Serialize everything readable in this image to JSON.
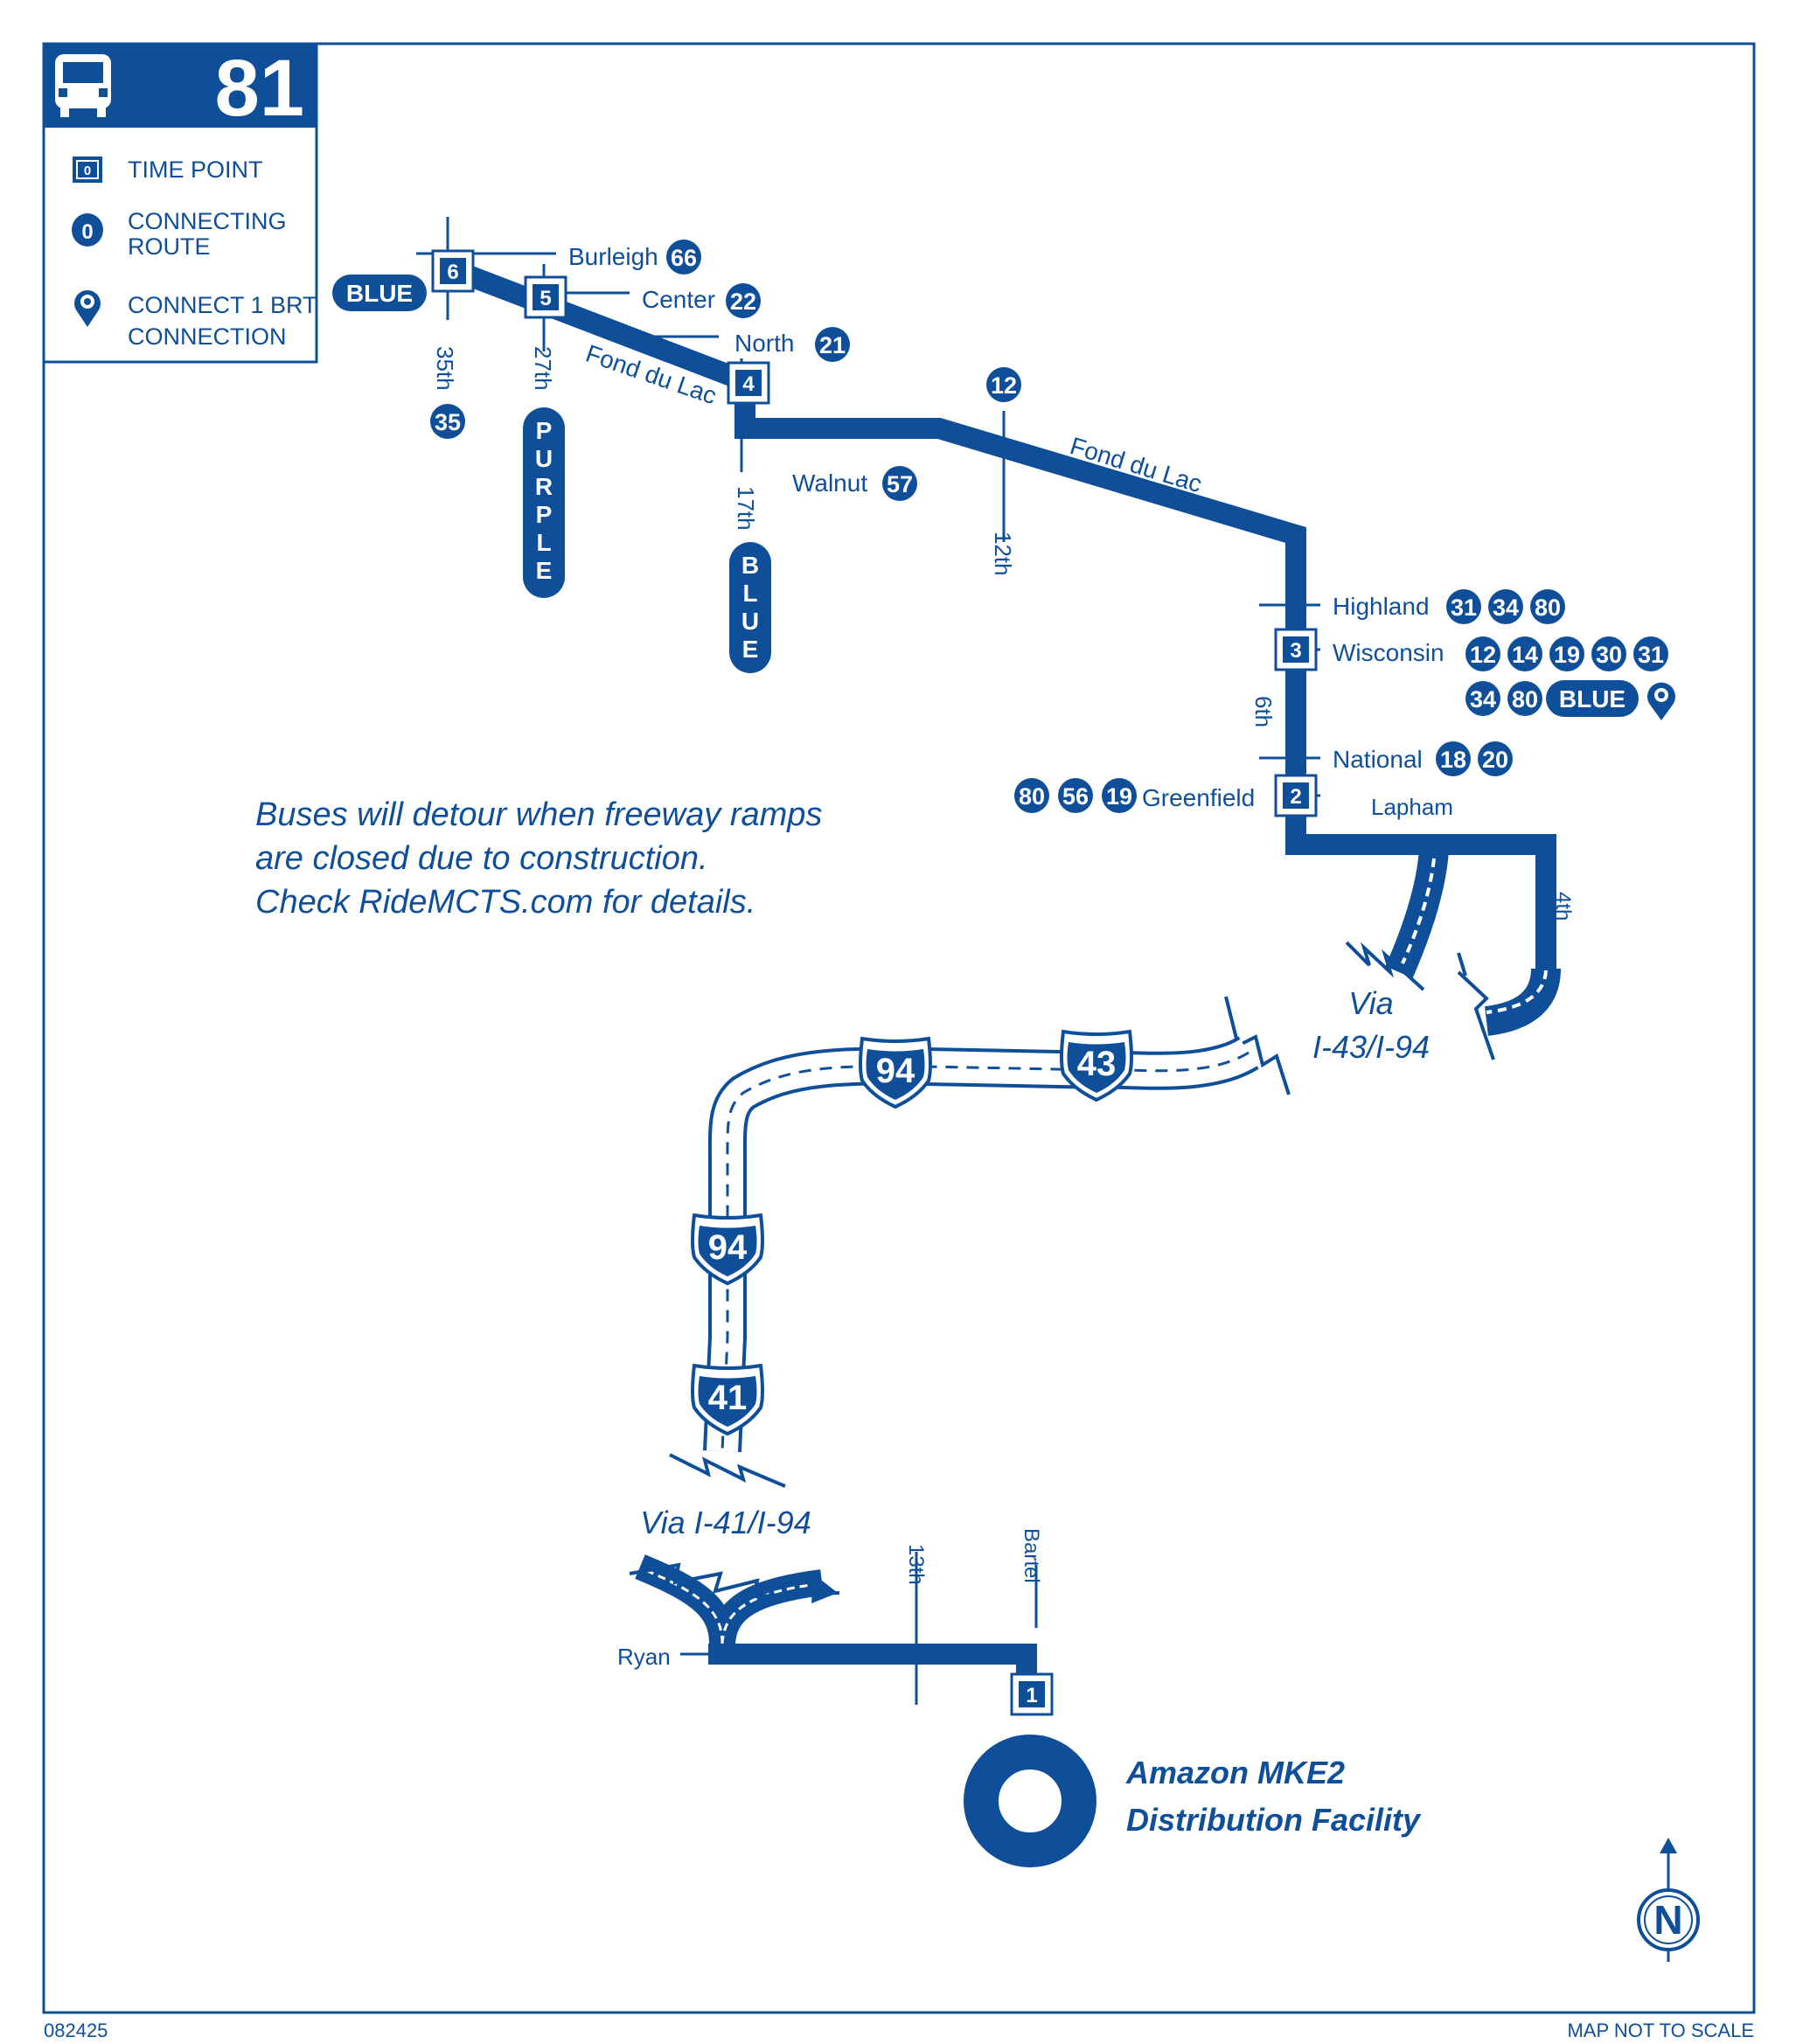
{
  "route": {
    "number": "81"
  },
  "legend": {
    "time_point": "TIME POINT",
    "time_point_symbol": "0",
    "connecting_route_1": "CONNECTING",
    "connecting_route_2": "ROUTE",
    "connecting_symbol": "0",
    "connect_brt_1": "CONNECT 1 BRT",
    "connect_brt_2": "CONNECTION"
  },
  "timepoints": [
    "1",
    "2",
    "3",
    "4",
    "5",
    "6"
  ],
  "streets": {
    "burleigh": "Burleigh",
    "center": "Center",
    "north": "North",
    "fond_du_lac_1": "Fond du Lac",
    "fond_du_lac_2": "Fond du Lac",
    "walnut": "Walnut",
    "s35th": "35th",
    "s27th": "27th",
    "s17th": "17th",
    "s12th": "12th",
    "highland": "Highland",
    "wisconsin": "Wisconsin",
    "s6th": "6th",
    "national": "National",
    "greenfield": "Greenfield",
    "lapham": "Lapham",
    "s4th": "4th",
    "ryan": "Ryan",
    "s13th": "13th",
    "bartel": "Bartel"
  },
  "connections": {
    "burleigh": [
      "66"
    ],
    "center": [
      "22"
    ],
    "north": [
      "21"
    ],
    "walnut": [
      "57"
    ],
    "s35th": [
      "35"
    ],
    "s12th": [
      "12"
    ],
    "highland": [
      "31",
      "34",
      "80"
    ],
    "wisconsin_row1": [
      "12",
      "14",
      "19",
      "30",
      "31"
    ],
    "wisconsin_row2": [
      "34",
      "80"
    ],
    "national": [
      "18",
      "20"
    ],
    "greenfield": [
      "80",
      "56",
      "19"
    ],
    "blue_w": "BLUE",
    "blue_wis": "BLUE",
    "purple_letters": [
      "P",
      "U",
      "R",
      "P",
      "L",
      "E"
    ],
    "blue_letters": [
      "B",
      "L",
      "U",
      "E"
    ]
  },
  "highways": {
    "shield_94a": "94",
    "shield_43": "43",
    "shield_94b": "94",
    "shield_41": "41",
    "via_1": "Via",
    "via_2": "I-43/I-94",
    "via_41": "Via I-41/I-94"
  },
  "notice": {
    "line1": "Buses will detour when freeway ramps",
    "line2": "are closed due to construction.",
    "line3": "Check RideMCTS.com for details."
  },
  "destination": {
    "line1": "Amazon MKE2",
    "line2": "Distribution Facility"
  },
  "compass": "N",
  "footer": {
    "code": "082425",
    "scale_note": "MAP NOT TO SCALE"
  },
  "colors": {
    "route_blue": "#0f4f9a",
    "background": "#ffffff"
  }
}
